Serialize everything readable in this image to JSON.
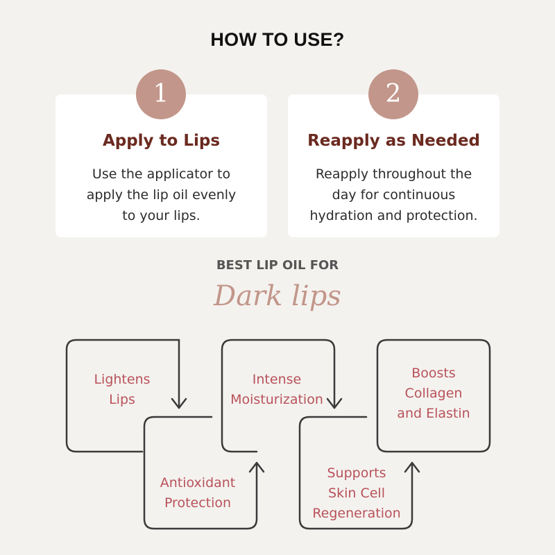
{
  "header": {
    "title": "HOW TO USE?"
  },
  "steps": [
    {
      "number": "1",
      "title": "Apply to Lips",
      "description": "Use the applicator to\napply the lip oil evenly\nto your lips."
    },
    {
      "number": "2",
      "title": "Reapply as Needed",
      "description": "Reapply throughout the\nday for continuous\nhydration and protection."
    }
  ],
  "section": {
    "subtitle": "BEST LIP OIL FOR",
    "script_title": "Dark lips"
  },
  "benefits": [
    {
      "label": "Lightens\nLips"
    },
    {
      "label": "Antioxidant\nProtection"
    },
    {
      "label": "Intense\nMoisturization"
    },
    {
      "label": "Supports\nSkin Cell\nRegeneration"
    },
    {
      "label": "Boosts\nCollagen\nand Elastin"
    }
  ],
  "colors": {
    "background": "#f4f2ef",
    "accent": "#c2968a",
    "card_title": "#6b2a20",
    "benefit_text": "#b8525a",
    "line": "#3a3a3a"
  }
}
